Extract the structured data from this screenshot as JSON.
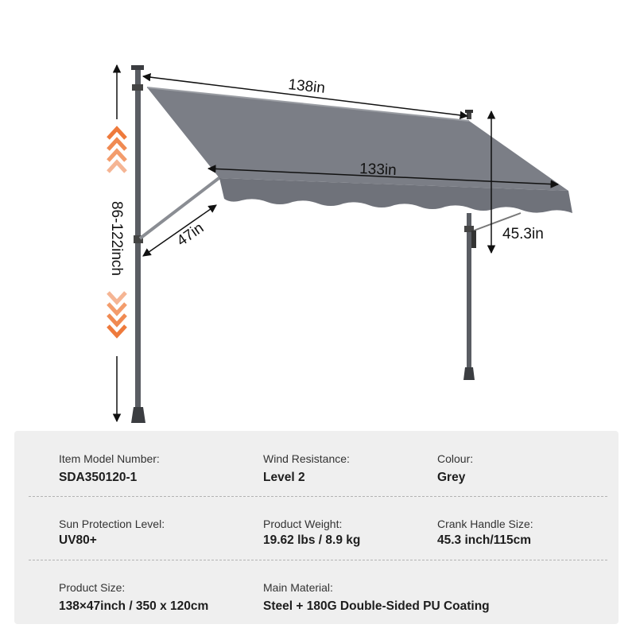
{
  "dimensions": {
    "top_length": "138in",
    "front_length": "133in",
    "projection": "47in",
    "crank_height": "45.3in",
    "height_range": "86-122inch"
  },
  "colors": {
    "canopy": "#7b7e86",
    "pole": "#5a5d63",
    "arrow_orange": "#ee7a3c",
    "arrow_light": "#f5b594",
    "panel_bg": "#efefef"
  },
  "specs": [
    [
      {
        "label": "Item Model Number:",
        "value": "SDA350120-1"
      },
      {
        "label": "Wind Resistance:",
        "value": "Level 2"
      },
      {
        "label": "Colour:",
        "value": "Grey"
      }
    ],
    [
      {
        "label": "Sun Protection Level:",
        "value": "UV80+"
      },
      {
        "label": "Product Weight:",
        "value": "19.62 lbs / 8.9 kg"
      },
      {
        "label": "Crank Handle Size:",
        "value": "45.3 inch/115cm"
      }
    ],
    [
      {
        "label": "Product Size:",
        "value": "138×47inch / 350 x 120cm"
      },
      {
        "label": "Main Material:",
        "value": "Steel + 180G Double-Sided PU Coating"
      },
      {
        "label": "",
        "value": ""
      }
    ]
  ]
}
